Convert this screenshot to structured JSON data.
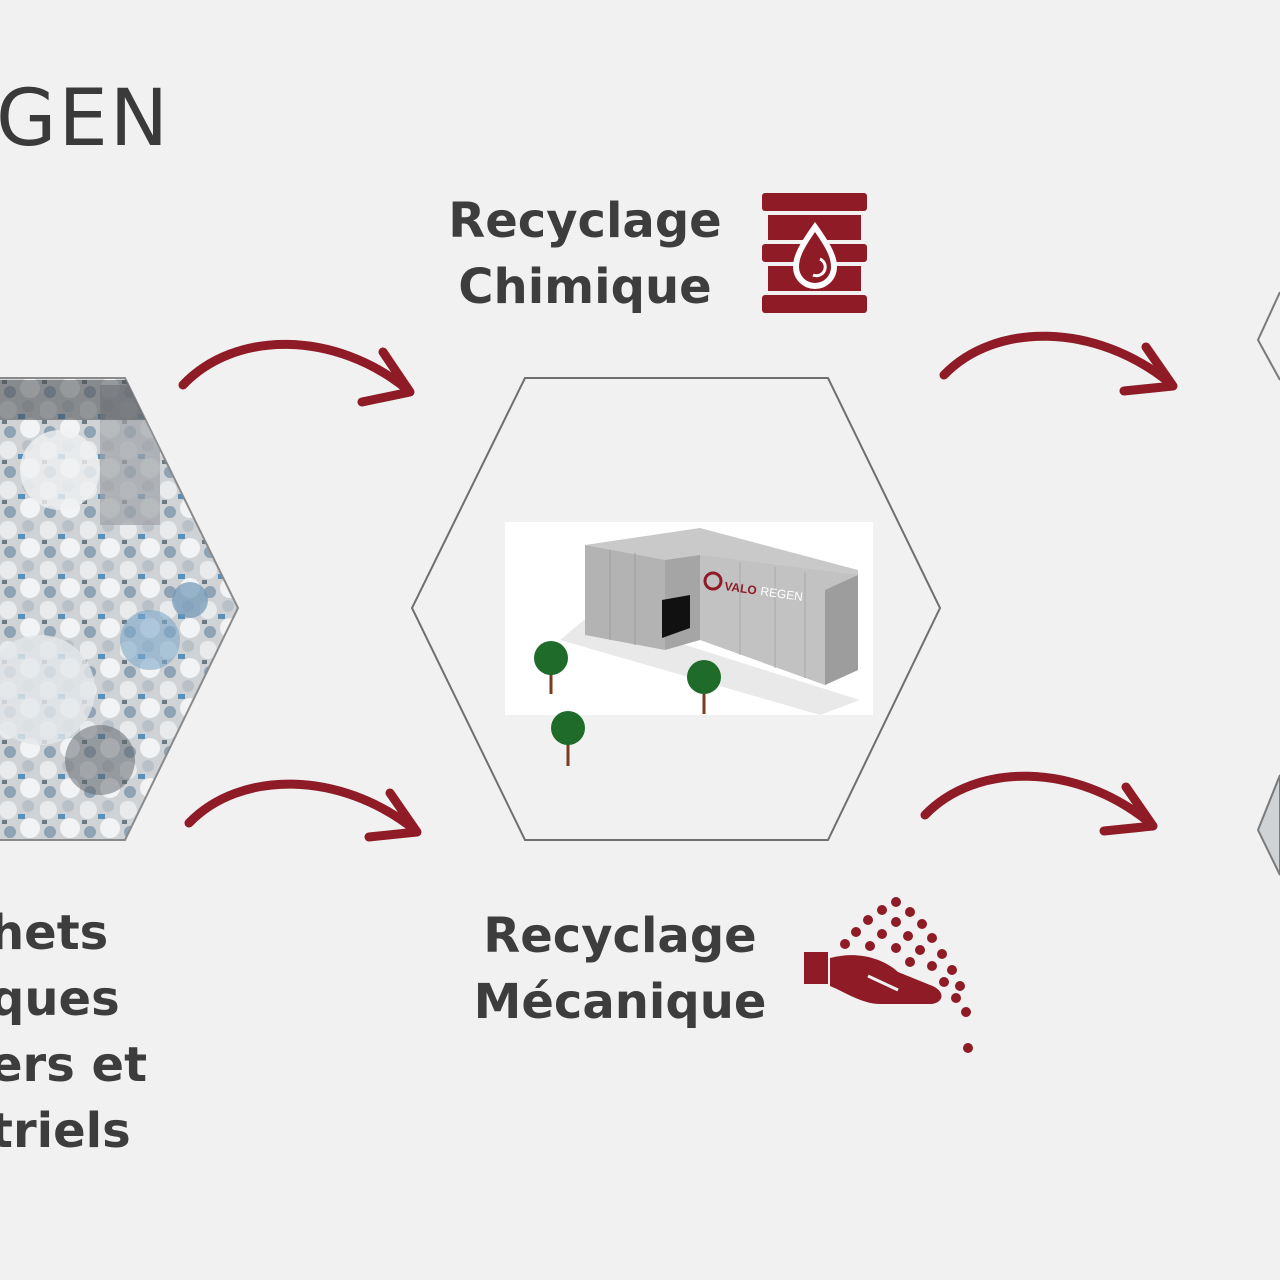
{
  "logo": {
    "text": "GEN"
  },
  "chemical": {
    "line1": "Recyclage",
    "line2": "Chimique",
    "icon": "oil-barrel-icon"
  },
  "mechanical": {
    "line1": "Recyclage",
    "line2": "Mécanique",
    "icon": "hand-pellets-icon"
  },
  "input_label": {
    "line1": "hets",
    "line2": "ques",
    "line3": "ers et",
    "line4": "triels"
  },
  "building_sign": {
    "brand_dark": "VALO",
    "brand_light": "REGEN"
  },
  "colors": {
    "accent": "#8e1b25",
    "text": "#3d3d3d",
    "background": "#f1f1f1",
    "tree": "#1e6b2a"
  }
}
